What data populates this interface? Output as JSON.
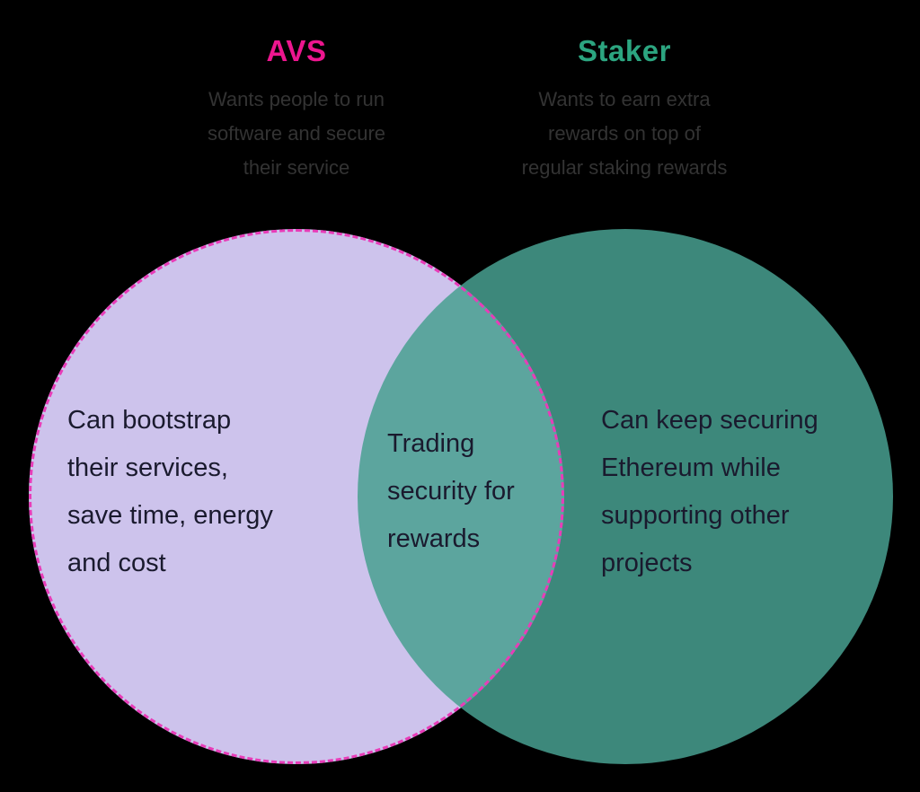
{
  "left": {
    "title": "AVS",
    "subtitle_lines": [
      "Wants people to run",
      "software and secure",
      "their service"
    ],
    "body_lines": [
      "Can bootstrap",
      "their services,",
      "save time, energy",
      "and cost"
    ]
  },
  "right": {
    "title": "Staker",
    "subtitle_lines": [
      "Wants to earn extra",
      "rewards on top of",
      "regular staking rewards"
    ],
    "body_lines": [
      "Can keep securing",
      "Ethereum while",
      "supporting other",
      "projects"
    ]
  },
  "overlap": {
    "body_lines": [
      "Trading",
      "security for",
      "rewards"
    ]
  },
  "colors": {
    "background": "#000000",
    "avs_title": "#ed168f",
    "avs_circle_fill": "#cdc3ec",
    "avs_circle_border": "#e83cb8",
    "staker_title": "#2ca580",
    "staker_circle_fill": "#3e8d7f",
    "overlap_fill": "#5ca19d",
    "body_text": "#1a1a2e",
    "subtitle_text": "#333333"
  }
}
